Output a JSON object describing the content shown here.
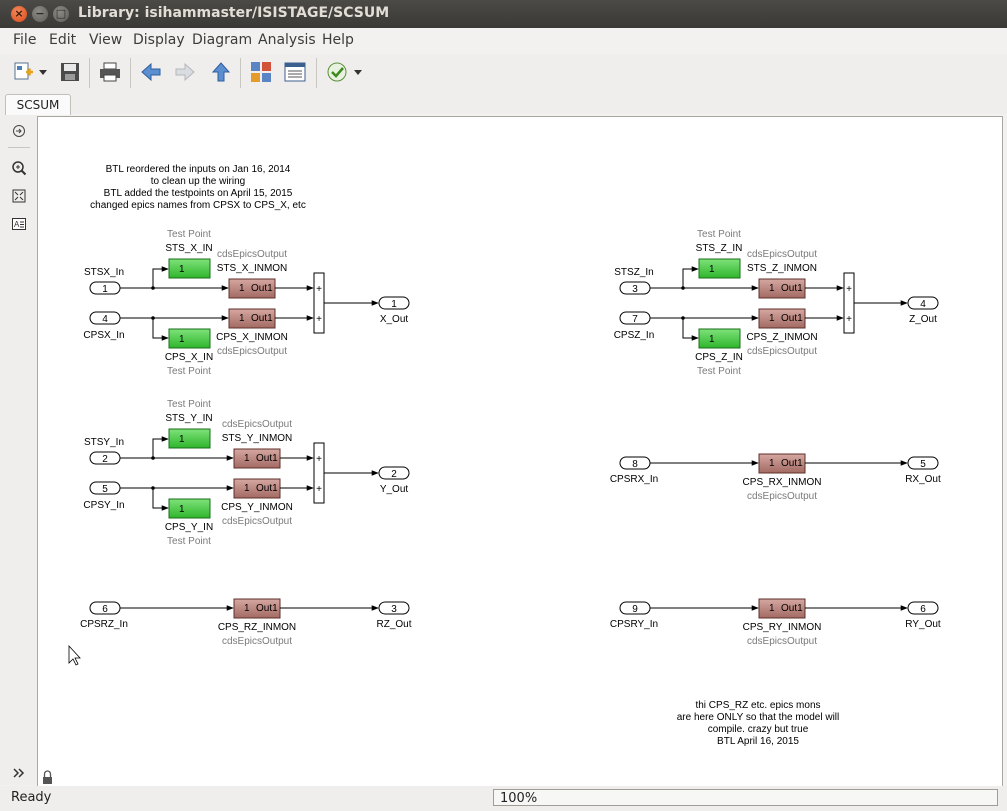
{
  "window": {
    "title": "Library: isihammaster/ISISTAGE/SCSUM"
  },
  "menu": {
    "file": "File",
    "edit": "Edit",
    "view": "View",
    "display": "Display",
    "diagram": "Diagram",
    "analysis": "Analysis",
    "help": "Help"
  },
  "tab": {
    "label": "SCSUM"
  },
  "status": {
    "text": "Ready",
    "zoom": "100%"
  },
  "notes": {
    "top": [
      "BTL reordered the inputs on Jan 16, 2014",
      "to clean up the wiring",
      "BTL added the testpoints on April 15, 2015",
      "changed epics names from CPSX to CPS_X, etc"
    ],
    "bottom": [
      "thi CPS_RZ etc. epics mons",
      "are here ONLY so that the model will",
      "compile. crazy but true",
      "BTL April 16, 2015"
    ]
  },
  "common": {
    "test_point": "Test Point",
    "epics_output": "cdsEpicsOutput",
    "out1": "Out1",
    "tp1": "1"
  },
  "groups": {
    "x": {
      "sts_in_num": "1",
      "sts_in_label": "STSX_In",
      "cps_in_num": "4",
      "cps_in_label": "CPSX_In",
      "sts_tp": "STS_X_IN",
      "cps_tp": "CPS_X_IN",
      "sts_mon": "STS_X_INMON",
      "cps_mon": "CPS_X_INMON",
      "out_num": "1",
      "out_label": "X_Out"
    },
    "y": {
      "sts_in_num": "2",
      "sts_in_label": "STSY_In",
      "cps_in_num": "5",
      "cps_in_label": "CPSY_In",
      "sts_tp": "STS_Y_IN",
      "cps_tp": "CPS_Y_IN",
      "sts_mon": "STS_Y_INMON",
      "cps_mon": "CPS_Y_INMON",
      "out_num": "2",
      "out_label": "Y_Out"
    },
    "z": {
      "sts_in_num": "3",
      "sts_in_label": "STSZ_In",
      "cps_in_num": "7",
      "cps_in_label": "CPSZ_In",
      "sts_tp": "STS_Z_IN",
      "cps_tp": "CPS_Z_IN",
      "sts_mon": "STS_Z_INMON",
      "cps_mon": "CPS_Z_INMON",
      "out_num": "4",
      "out_label": "Z_Out"
    },
    "rz": {
      "in_num": "6",
      "in_label": "CPSRZ_In",
      "mon": "CPS_RZ_INMON",
      "out_num": "3",
      "out_label": "RZ_Out"
    },
    "rx": {
      "in_num": "8",
      "in_label": "CPSRX_In",
      "mon": "CPS_RX_INMON",
      "out_num": "5",
      "out_label": "RX_Out"
    },
    "ry": {
      "in_num": "9",
      "in_label": "CPSRY_In",
      "mon": "CPS_RY_INMON",
      "out_num": "6",
      "out_label": "RY_Out"
    }
  },
  "sum_signs": [
    "+",
    "+"
  ]
}
